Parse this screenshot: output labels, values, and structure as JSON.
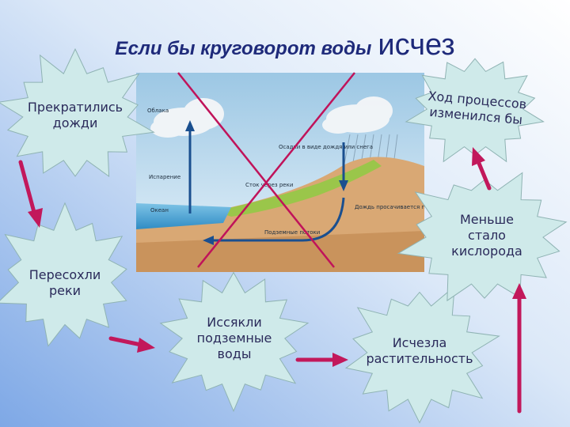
{
  "title": {
    "main": "Если бы круговорот воды",
    "emphasis": "исчез"
  },
  "diagram": {
    "labels": {
      "clouds": "Облака",
      "evaporation": "Испарение",
      "ocean": "Океан",
      "precipitation": "Осадки в виде дождя или снега",
      "runoff": "Сток через реки",
      "infiltration": "Дождь просачивается под землю",
      "groundwater": "Подземные потоки"
    }
  },
  "stars": {
    "rain_stopped": [
      "Прекратились",
      "дожди"
    ],
    "rivers_dried": [
      "Пересохли",
      "реки"
    ],
    "groundwater_dried": [
      "Иссякли",
      "подземные",
      "воды"
    ],
    "vegetation_gone": [
      "Исчезла",
      "растительность"
    ],
    "less_oxygen": [
      "Меньше",
      "стало",
      "кислорода"
    ],
    "processes_changed": [
      "Ход процессов",
      "изменился бы"
    ]
  },
  "colors": {
    "arrow": "#c2185b",
    "cross": "#c0135a",
    "star_fill": "#cfeaea",
    "title": "#1e2a7a"
  }
}
